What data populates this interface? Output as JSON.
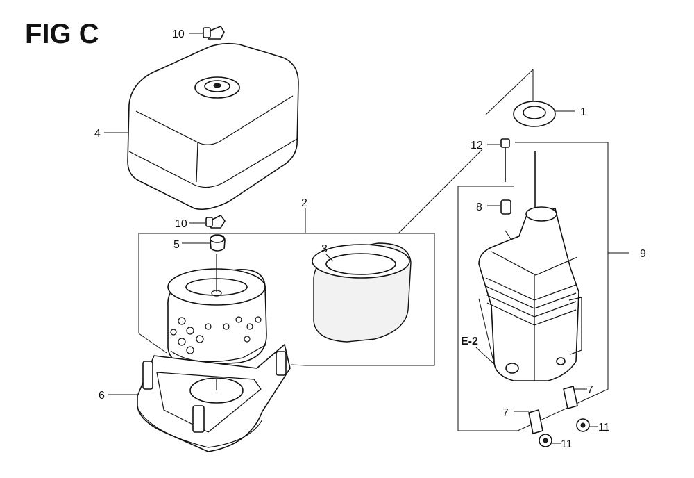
{
  "figure": {
    "title": "FIG C",
    "callouts": [
      {
        "id": "c1",
        "label": "1"
      },
      {
        "id": "c2",
        "label": "2"
      },
      {
        "id": "c3",
        "label": "3"
      },
      {
        "id": "c4",
        "label": "4"
      },
      {
        "id": "c5",
        "label": "5"
      },
      {
        "id": "c6",
        "label": "6"
      },
      {
        "id": "c7a",
        "label": "7"
      },
      {
        "id": "c7b",
        "label": "7"
      },
      {
        "id": "c8",
        "label": "8"
      },
      {
        "id": "c9",
        "label": "9"
      },
      {
        "id": "c10a",
        "label": "10"
      },
      {
        "id": "c10b",
        "label": "10"
      },
      {
        "id": "c11a",
        "label": "11"
      },
      {
        "id": "c11b",
        "label": "11"
      },
      {
        "id": "c12",
        "label": "12"
      }
    ],
    "reference": "E-2"
  }
}
